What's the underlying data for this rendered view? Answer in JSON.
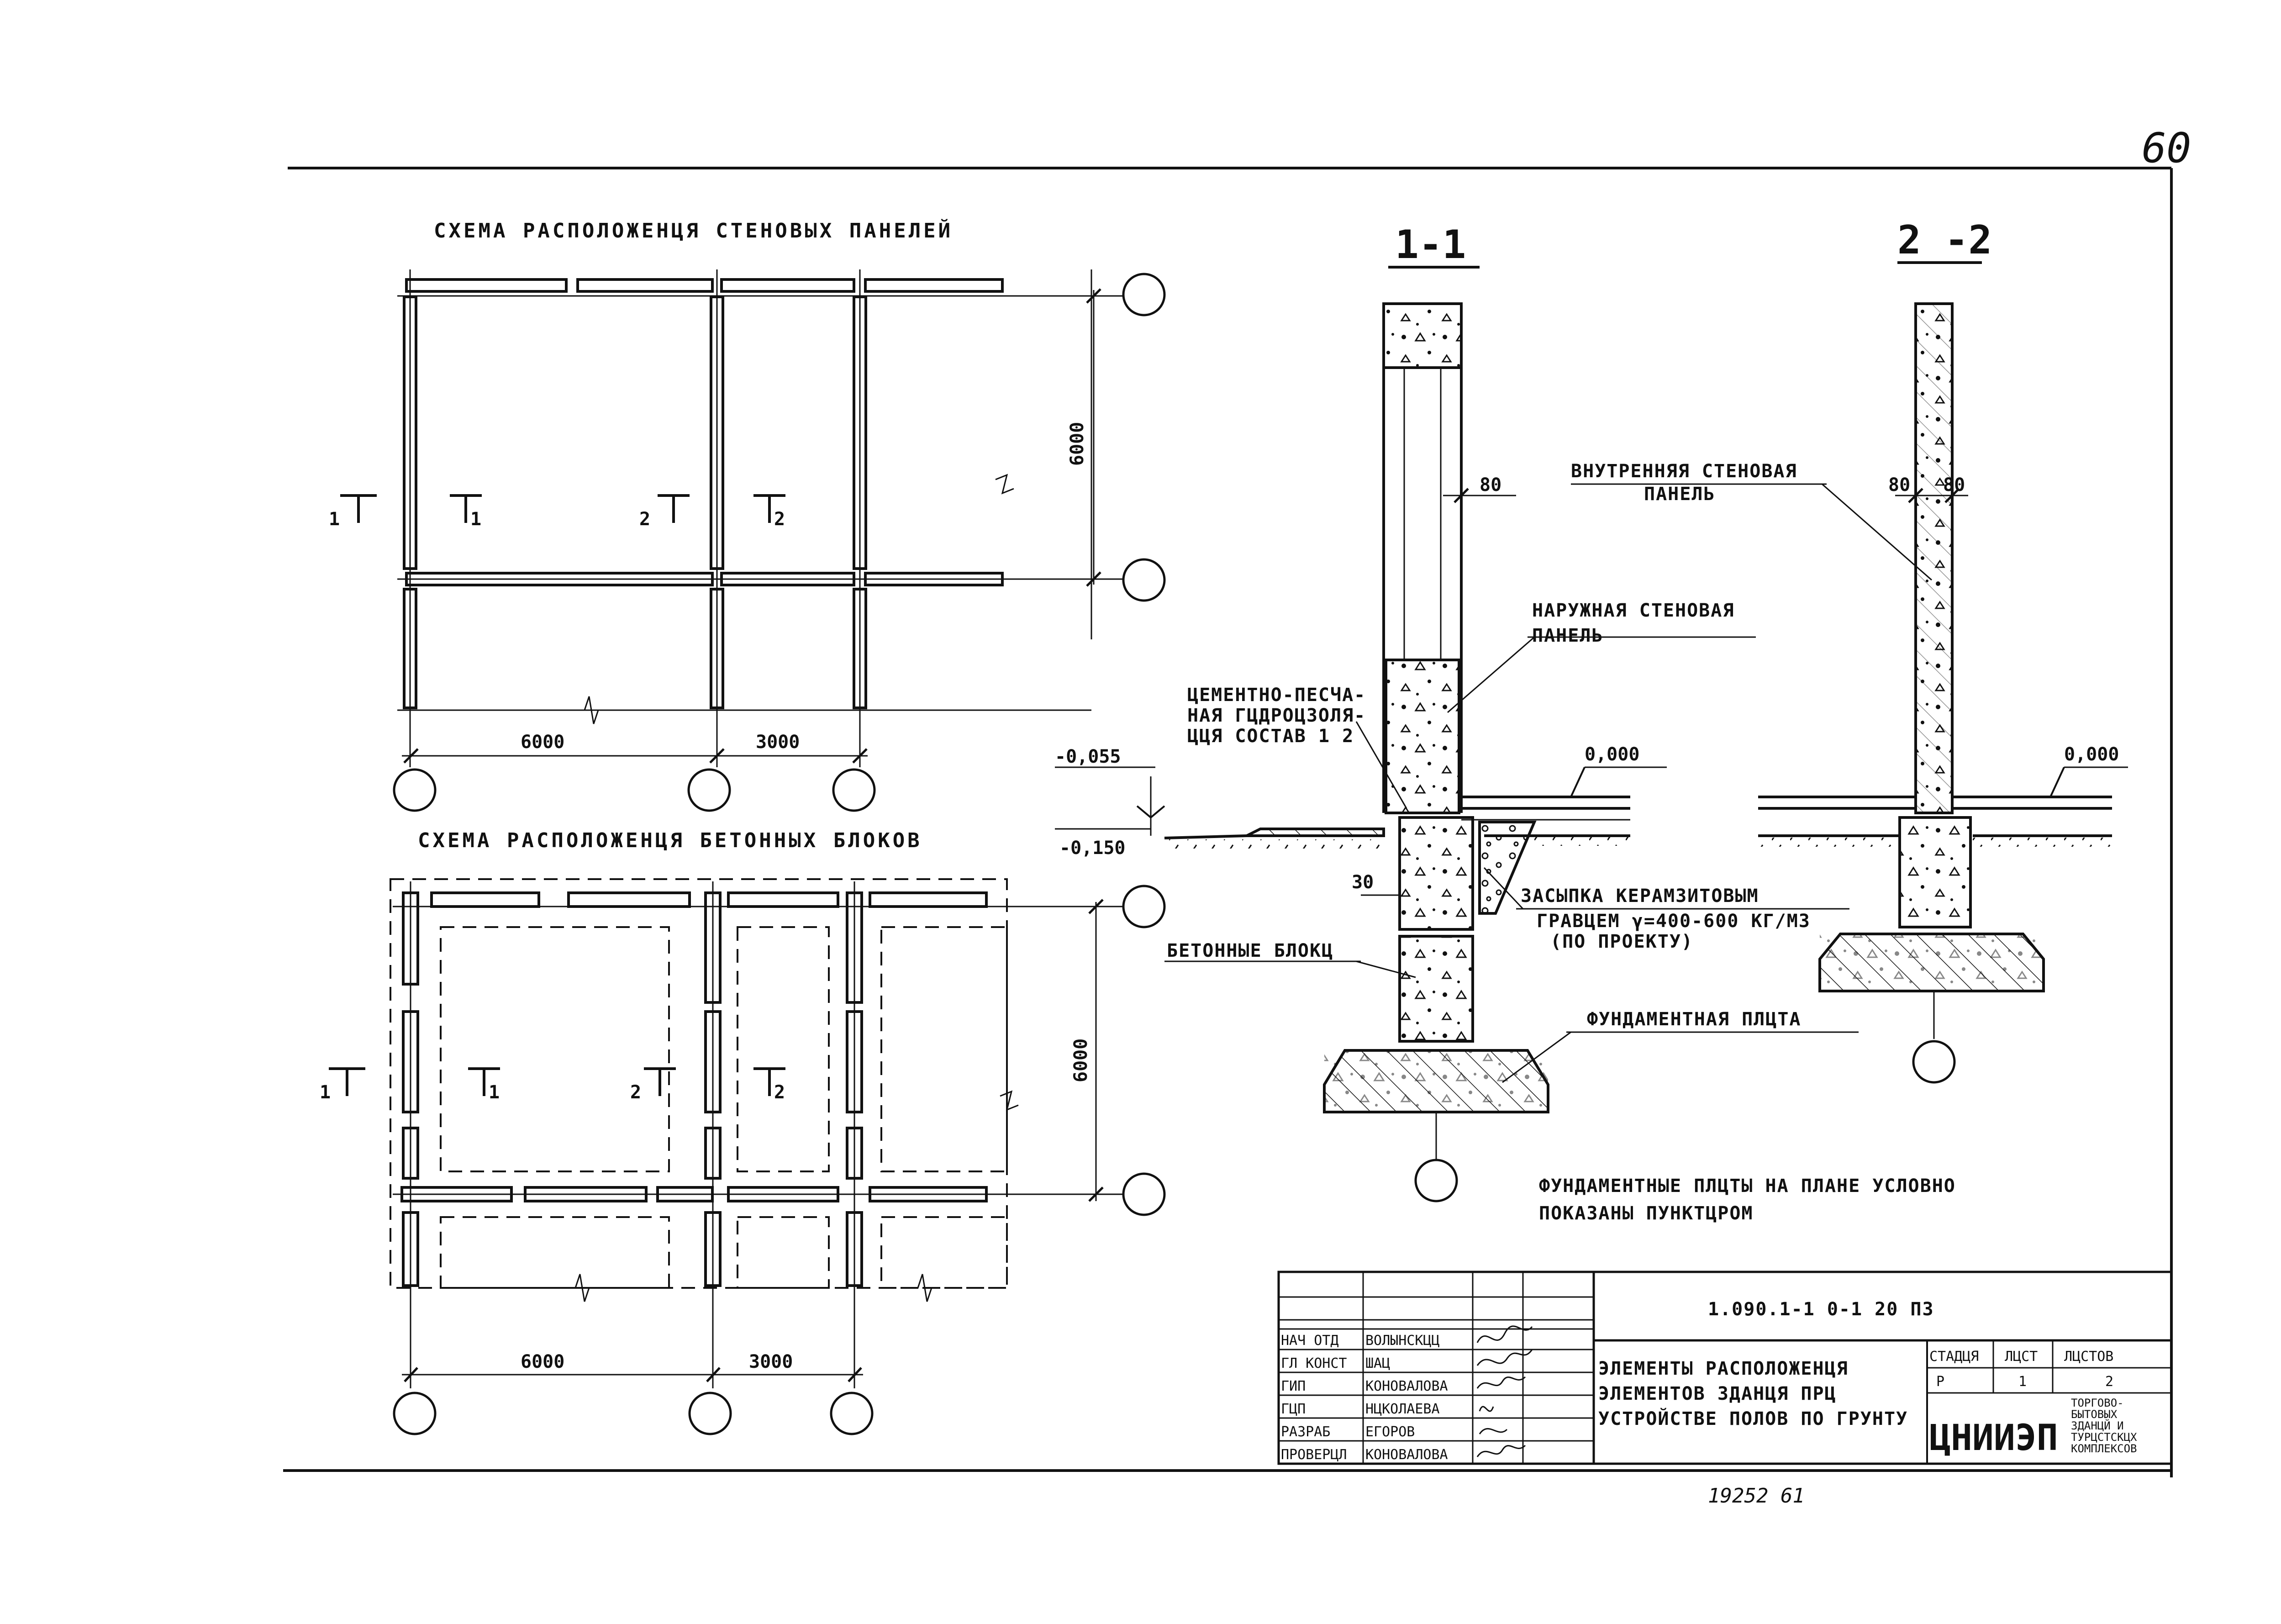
{
  "sheet_number_handwritten": "60",
  "plan_panels": {
    "title": "СХЕМА РАСПОЛОЖЕНЦЯ СТЕНОВЫХ ПАНЕЛЕЙ",
    "dim_bay_1": "6000",
    "dim_bay_2": "3000",
    "dim_span": "6000",
    "cut_marks": [
      "1",
      "1",
      "2",
      "2"
    ]
  },
  "plan_blocks": {
    "title": "СХЕМА РАСПОЛОЖЕНЦЯ БЕТОННЫХ БЛОКОВ",
    "dim_bay_1": "6000",
    "dim_bay_2": "3000",
    "dim_span": "6000",
    "cut_marks": [
      "1",
      "1",
      "2",
      "2"
    ]
  },
  "section_1": {
    "title": "1-1",
    "dim_80": "80",
    "level_top": "0,000",
    "level_minus_1": "-0,055",
    "level_minus_2": "-0,150",
    "dim_30": "30",
    "label_outer_panel": [
      "НАРУЖНАЯ СТЕНОВАЯ",
      "ПАНЕЛЬ"
    ],
    "label_waterproof": [
      "ЦЕМЕНТНО-ПЕСЧА-",
      "НАЯ ГЦДРОЦЗОЛЯ-",
      "ЦЦЯ СОСТАВ 1 2"
    ],
    "label_backfill": [
      "ЗАСЫПКА КЕРАМЗИТОВЫМ",
      "ГРАВЦЕМ γ=400-600 КГ/М3",
      "(ПО ПРОЕКТУ)"
    ],
    "label_blocks": "БЕТОННЫЕ БЛОКЦ",
    "label_slab": "ФУНДАМЕНТНАЯ ПЛЦТА"
  },
  "section_2": {
    "title": "2 -2",
    "dim_left": "80",
    "dim_right": "80",
    "level_top": "0,000",
    "label_inner_panel": [
      "ВНУТРЕННЯЯ СТЕНОВАЯ",
      "ПАНЕЛЬ"
    ]
  },
  "note": [
    "ФУНДАМЕНТНЫЕ ПЛЦТЫ НА ПЛАНЕ УСЛОВНО",
    "ПОКАЗАНЫ ПУНКТЦРОМ"
  ],
  "title_block": {
    "code": "1.090.1-1 0-1 20 ПЗ",
    "title_lines": [
      "ЭЛЕМЕНТЫ РАСПОЛОЖЕНЦЯ",
      "ЭЛЕМЕНТОВ ЗДАНЦЯ ПРЦ",
      "УСТРОЙСТВЕ ПОЛОВ ПО ГРУНТУ"
    ],
    "staff": [
      {
        "role": "НАЧ ОТД",
        "name": "ВОЛЫНСКЦЦ"
      },
      {
        "role": "ГЛ КОНСТ",
        "name": "ШАЦ"
      },
      {
        "role": "ГИП",
        "name": "КОНОВАЛОВА"
      },
      {
        "role": "ГЦП",
        "name": "НЦКОЛАЕВА"
      },
      {
        "role": "РАЗРАБ",
        "name": "ЕГОРОВ"
      },
      {
        "role": "ПРОВЕРЦЛ",
        "name": "КОНОВАЛОВА"
      }
    ],
    "stage_header": "СТАДЦЯ",
    "sheet_header": "ЛЦСТ",
    "sheets_header": "ЛЦСТОВ",
    "stage_value": "Р",
    "sheet_value": "1",
    "sheets_value": "2",
    "org_logo": "ЦНИИЭП",
    "org_sub": [
      "ТОРГОВО-",
      "БЫТОВЫХ",
      "ЗДАНЦЙ И",
      "ТУРЦСТСКЦХ",
      "КОМПЛЕКСОВ"
    ]
  },
  "archive_number": "19252 61"
}
